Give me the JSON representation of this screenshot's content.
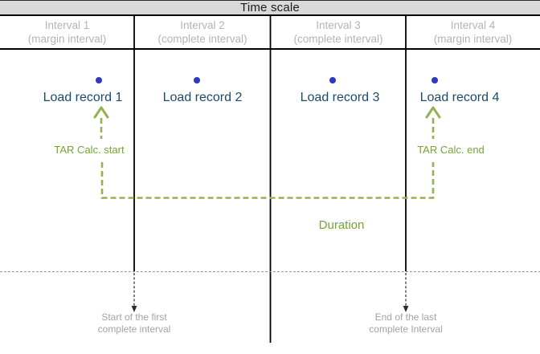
{
  "title": "Time scale",
  "intervals": [
    {
      "name": "Interval 1",
      "kind": "(margin interval)"
    },
    {
      "name": "Interval 2",
      "kind": "(complete interval)"
    },
    {
      "name": "Interval 3",
      "kind": "(complete interval)"
    },
    {
      "name": "Interval 4",
      "kind": "(margin interval)"
    }
  ],
  "records": [
    {
      "label": "Load record 1"
    },
    {
      "label": "Load record 2"
    },
    {
      "label": "Load record 3"
    },
    {
      "label": "Load record 4"
    }
  ],
  "annotations": {
    "tar_start": "TAR Calc. start",
    "tar_end": "TAR Calc. end",
    "duration": "Duration",
    "start_marker_line1": "Start of the first",
    "start_marker_line2": "complete interval",
    "end_marker_line1": "End of the last",
    "end_marker_line2": "complete Interval"
  },
  "colors": {
    "titlebar_gray": "#d9d9d9",
    "muted_gray": "#b4b4b4",
    "record_blue": "#1a4a6e",
    "dot_blue": "#2b3ac0",
    "accent_green_line": "#92b254",
    "accent_green_text": "#76a23d"
  }
}
